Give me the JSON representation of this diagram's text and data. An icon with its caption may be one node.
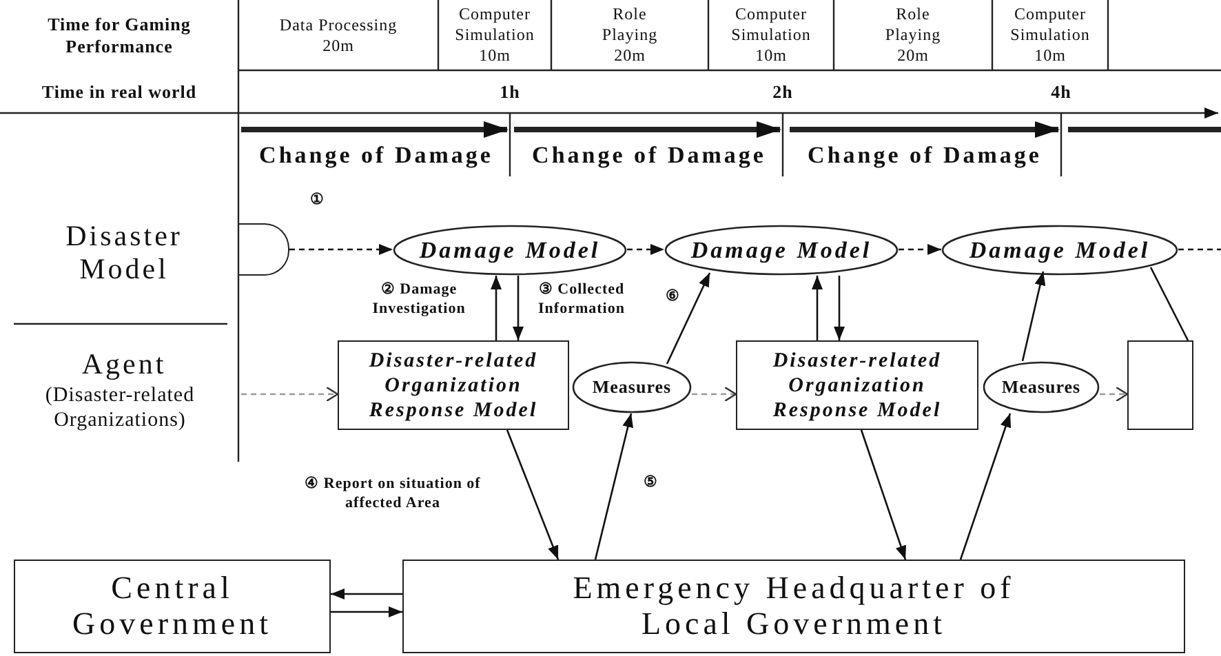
{
  "diagram": {
    "nodes": [
      {
        "text": [],
        "shape": "box"
      },
      {
        "text": [
          "Damage Model"
        ]
      },
      {
        "text": [
          "Damage Model"
        ]
      },
      {
        "text": [
          "Damage Model"
        ]
      },
      {
        "text": [
          "Disaster-related Organization Response Model"
        ]
      },
      {
        "text": [
          "Measures"
        ]
      },
      {
        "text": [
          "Disaster-related Organization Response Model"
        ]
      },
      {
        "text": [
          "Measures"
        ]
      },
      {
        "text": [],
        "shape": "box"
      },
      {
        "text": [
          "Central Government"
        ]
      },
      {
        "text": [
          "Emergency Headquarter of Local Government"
        ]
      }
    ],
    "edges": [
      {
        "from": 0,
        "to": 1,
        "arrow": "to",
        "style": "dashed",
        "label": "①"
      },
      {
        "from": 1,
        "to": 2,
        "arrow": "to",
        "style": "dashed"
      },
      {
        "from": 2,
        "to": 3,
        "arrow": "to",
        "style": "dashed"
      },
      {
        "from": 3,
        "to": null,
        "arrow": "none",
        "style": "dashed"
      },
      {
        "from": 3,
        "to": 8,
        "arrow": "none"
      },
      {
        "from": null,
        "to": 4,
        "arrow": "to",
        "style": "dashed",
        "color": "#999999"
      },
      {
        "from": 4,
        "to": 1,
        "arrow": "to",
        "label": "② Damage Investigation"
      },
      {
        "from": 1,
        "to": 4,
        "arrow": "to",
        "label": "③ Collected Information"
      },
      {
        "from": 4,
        "to": 10,
        "arrow": "to",
        "label": "④ Report on situation of affected Area"
      },
      {
        "from": 10,
        "to": 5,
        "arrow": "to",
        "label": "⑤"
      },
      {
        "from": 5,
        "to": 2,
        "arrow": "to",
        "label": "⑥"
      },
      {
        "from": 5,
        "to": 6,
        "arrow": "to",
        "style": "dashed",
        "color": "#999999"
      },
      {
        "from": 6,
        "to": 2,
        "arrow": "to"
      },
      {
        "from": 2,
        "to": 6,
        "arrow": "to"
      },
      {
        "from": 6,
        "to": 10,
        "arrow": "to"
      },
      {
        "from": 10,
        "to": 7,
        "arrow": "to"
      },
      {
        "from": 7,
        "to": 3,
        "arrow": "to"
      },
      {
        "from": 7,
        "to": 8,
        "arrow": "to",
        "style": "dashed",
        "color": "#999999"
      },
      {
        "from": 10,
        "to": 9,
        "arrow": "to"
      },
      {
        "from": 9,
        "to": 10,
        "arrow": "to"
      }
    ],
    "labels": [
      "Time for Gaming Performance",
      "Data Processing 20m",
      "Computer Simulation 10m",
      "Role Playing 20m",
      "Computer Simulation 10m",
      "Role Playing 20m",
      "Computer Simulation 10m",
      "Time in real world",
      "1h",
      "2h",
      "4h",
      "Change of Damage",
      "Change of Damage",
      "Change of Damage",
      "Disaster Model",
      "Agent",
      "(Disaster-related Organizations)"
    ]
  }
}
